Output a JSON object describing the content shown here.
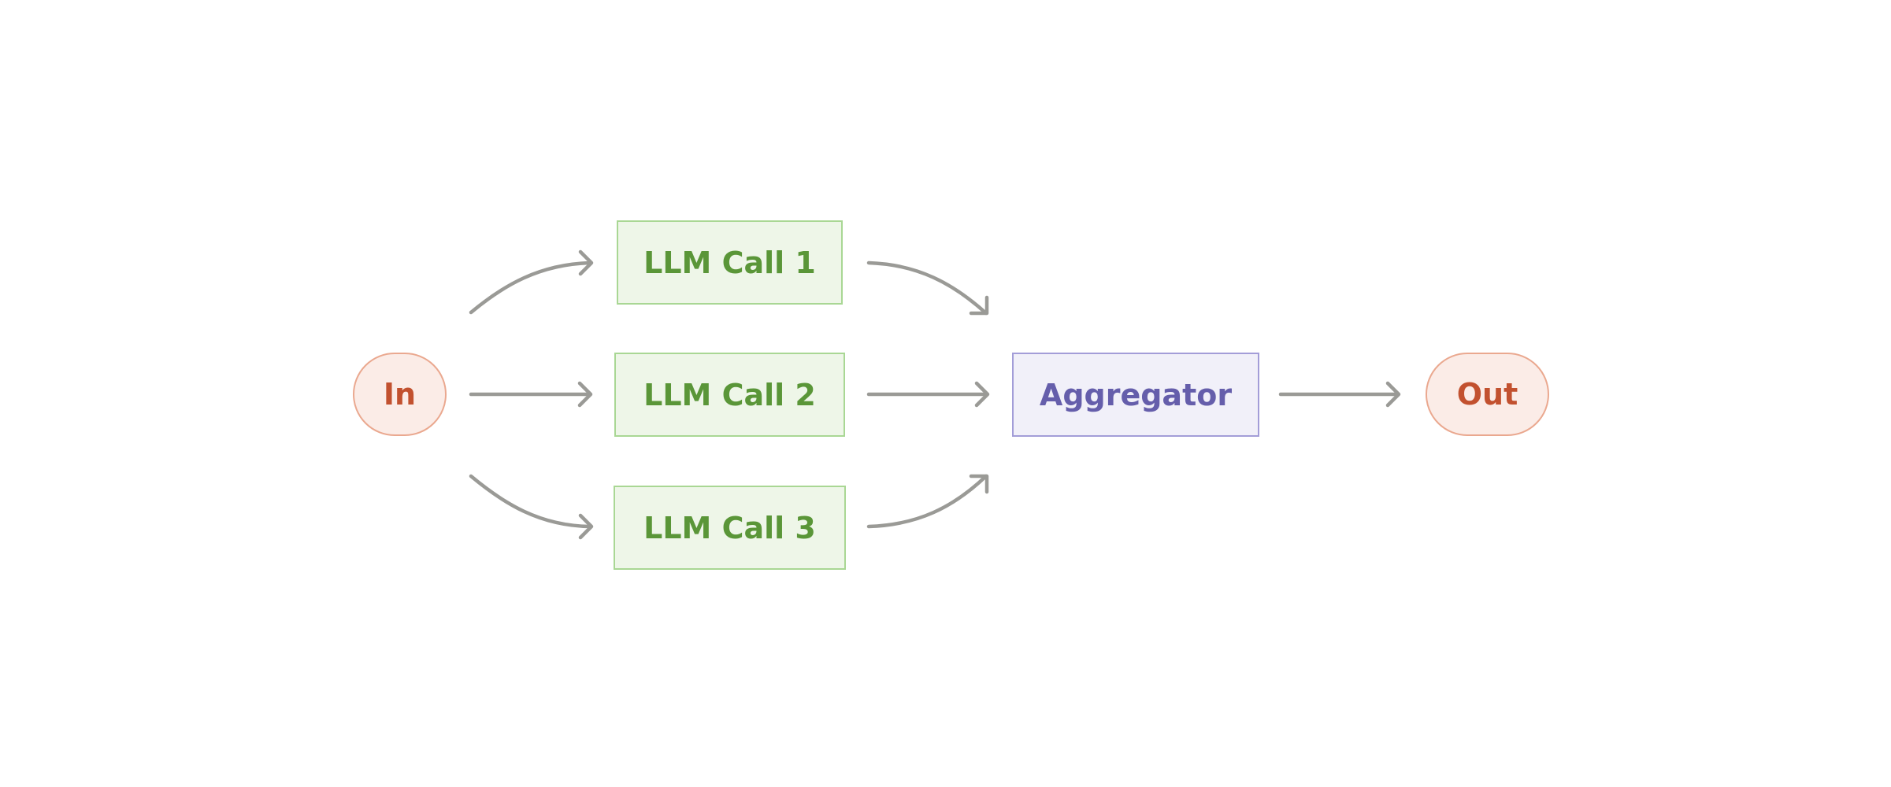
{
  "diagram": {
    "nodes": {
      "input": {
        "label": "In"
      },
      "llm_call_1": {
        "label": "LLM Call 1"
      },
      "llm_call_2": {
        "label": "LLM Call 2"
      },
      "llm_call_3": {
        "label": "LLM Call 3"
      },
      "aggregator": {
        "label": "Aggregator"
      },
      "output": {
        "label": "Out"
      }
    },
    "edges": [
      {
        "from": "In",
        "to": "LLM Call 1"
      },
      {
        "from": "In",
        "to": "LLM Call 2"
      },
      {
        "from": "In",
        "to": "LLM Call 3"
      },
      {
        "from": "LLM Call 1",
        "to": "Aggregator"
      },
      {
        "from": "LLM Call 2",
        "to": "Aggregator"
      },
      {
        "from": "LLM Call 3",
        "to": "Aggregator"
      },
      {
        "from": "Aggregator",
        "to": "Out"
      }
    ],
    "colors": {
      "io_fill": "#fbece7",
      "io_border": "#eaa88f",
      "io_text": "#c2512f",
      "llm_fill": "#eef6e8",
      "llm_border": "#a9d794",
      "llm_text": "#5a9638",
      "aggregator_fill": "#f1f0f9",
      "aggregator_border": "#a39dd8",
      "aggregator_text": "#655eab",
      "arrow": "#9a9a96"
    }
  }
}
